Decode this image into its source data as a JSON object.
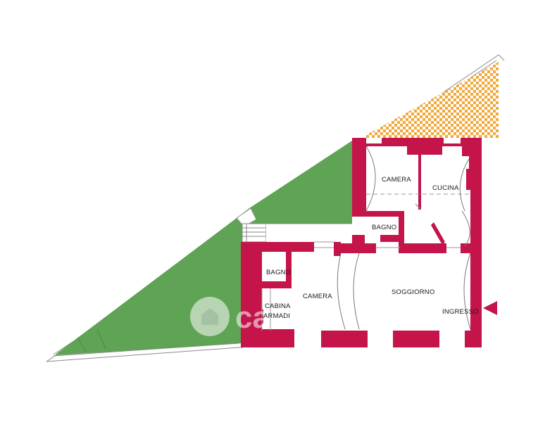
{
  "rooms": {
    "camera_top": "CAMERA",
    "cucina": "CUCINA",
    "bagno_top": "BAGNO",
    "bagno_left": "BAGNO",
    "camera_left": "CAMERA",
    "soggiorno": "SOGGIORNO",
    "ingresso": "INGRESSO",
    "cabina_line1": "CABINA",
    "cabina_line2": "ARMADI"
  },
  "watermark": {
    "text": "casa.it"
  },
  "colors": {
    "wall": "#c4144a",
    "garden": "#5fa354",
    "terrace_a": "#f2a93b",
    "terrace_b": "#ffffff",
    "outline": "#7a7a7a"
  }
}
